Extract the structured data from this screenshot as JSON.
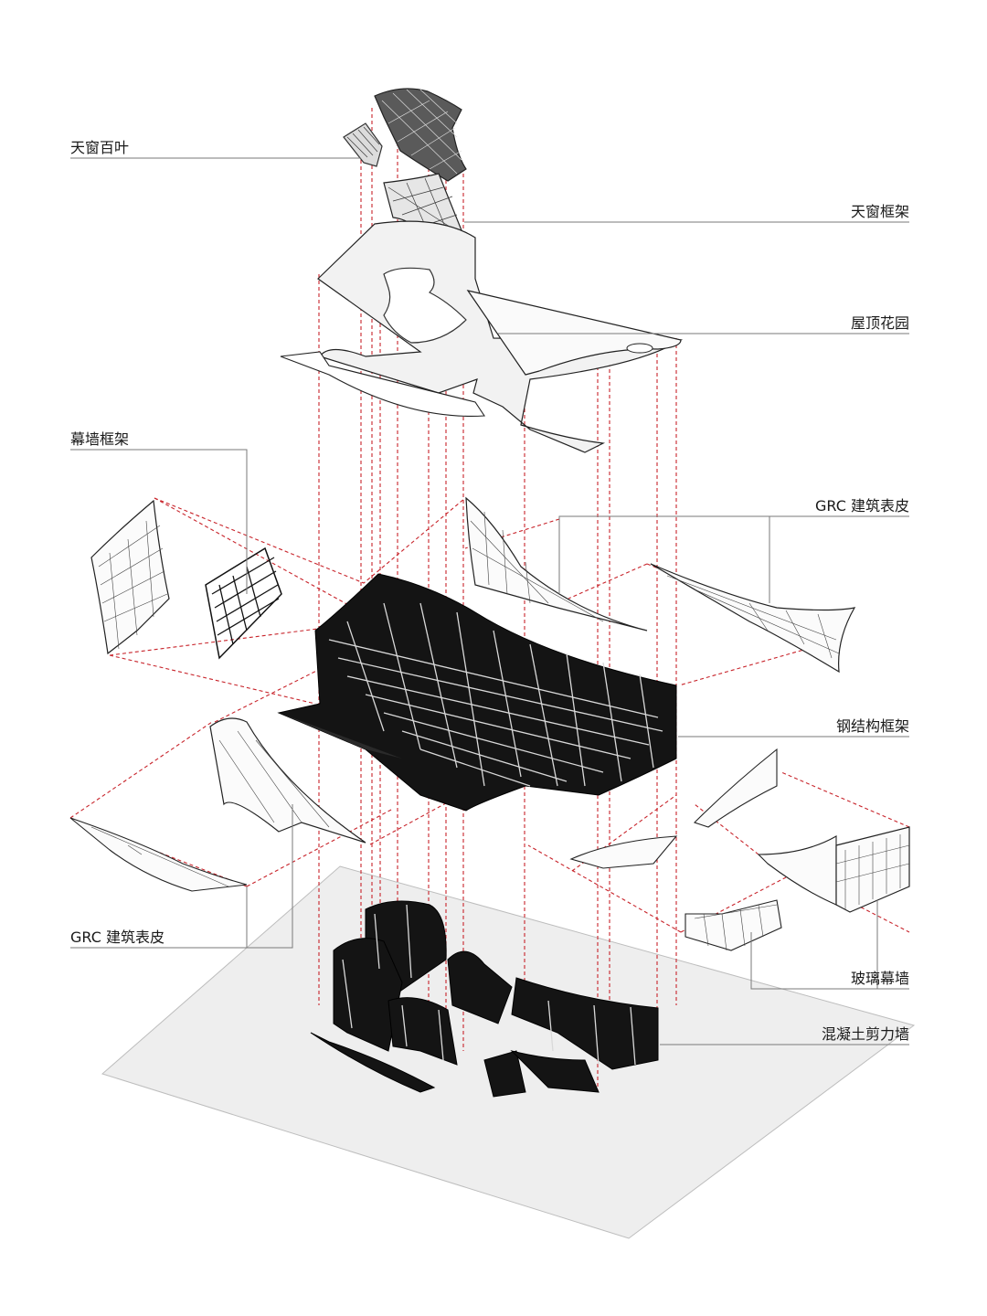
{
  "labels": {
    "skylight_louver": "天窗百叶",
    "skylight_frame": "天窗框架",
    "roof_garden": "屋顶花园",
    "curtain_wall_frame": "幕墙框架",
    "grc_skin_right": "GRC 建筑表皮",
    "steel_frame": "钢结构框架",
    "grc_skin_left": "GRC 建筑表皮",
    "glass_curtain_wall": "玻璃幕墙",
    "concrete_shear_wall": "混凝土剪力墙"
  },
  "colors": {
    "projection_line": "#c8242b",
    "leader_line": "#7a7a7a",
    "dark_fill": "#141414",
    "light_fill": "#f2f2f2",
    "ground": "#eeeeee"
  }
}
